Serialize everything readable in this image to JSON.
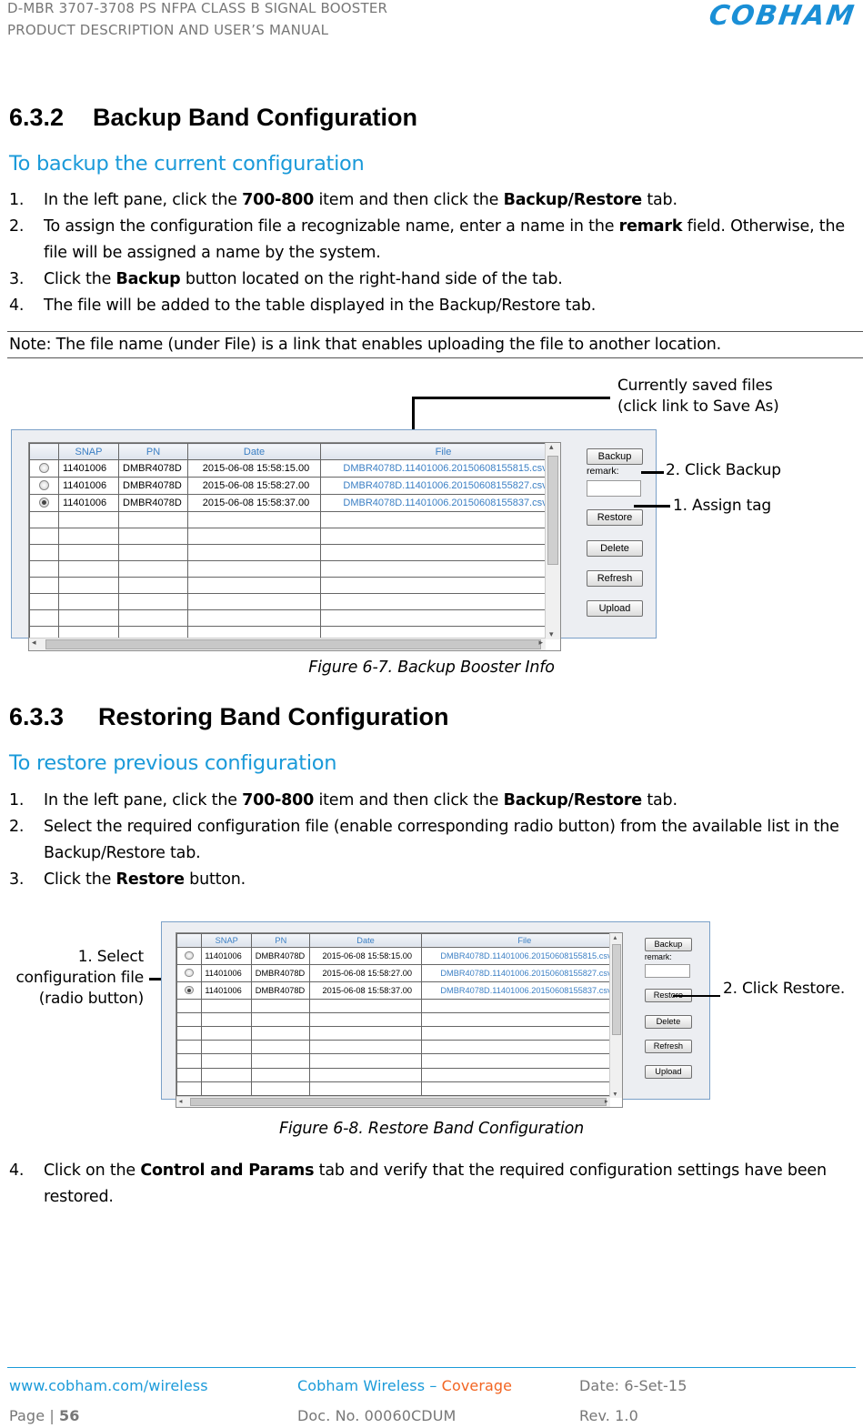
{
  "header": {
    "doc_title_line1": "D-MBR 3707-3708 PS NFPA CLASS B SIGNAL BOOSTER",
    "doc_title_line2": "PRODUCT DESCRIPTION AND USER’S MANUAL",
    "logo_text": "COBHAM",
    "brand_color": "#1a8fd6"
  },
  "section_backup": {
    "number": "6.3.2",
    "title": "Backup Band Configuration",
    "subheading": "To backup the current configuration",
    "steps": [
      {
        "n": "1.",
        "parts": [
          "In the left pane, click the ",
          "700-800",
          " item and then click the ",
          "Backup/Restore",
          " tab."
        ]
      },
      {
        "n": "2.",
        "parts": [
          "To assign the configuration file a recognizable name, enter a name in the ",
          "remark",
          " field. Otherwise, the file will be assigned a name by the system."
        ]
      },
      {
        "n": "3.",
        "parts": [
          "Click the ",
          "Backup",
          " button located on the right-hand side of the tab."
        ]
      },
      {
        "n": "4.",
        "parts": [
          "The file will be added to the table displayed in the Backup/Restore tab."
        ]
      }
    ],
    "note": "Note: The file name (under File) is a link that enables uploading the file to another location."
  },
  "figure1": {
    "callout_saved_line1": "Currently saved files",
    "callout_saved_line2": "(click link to Save As)",
    "callout_backup": "2. Click Backup",
    "callout_tag": "1. Assign tag",
    "caption": "Figure 6-7. Backup Booster Info"
  },
  "section_restore": {
    "number": "6.3.3",
    "title": "Restoring Band Configuration",
    "subheading": "To restore previous configuration",
    "steps": [
      {
        "n": "1.",
        "parts": [
          "In the left pane, click the ",
          "700-800",
          " item and then click the ",
          "Backup/Restore",
          " tab."
        ]
      },
      {
        "n": "2.",
        "parts": [
          "Select the required configuration file (enable corresponding radio button) from the available list in the Backup/Restore tab."
        ]
      },
      {
        "n": "3.",
        "parts": [
          "Click the ",
          "Restore",
          " button."
        ]
      }
    ],
    "step4": {
      "n": "4.",
      "parts": [
        "Click on the ",
        "Control and Params",
        " tab and verify that the required configuration settings have been restored."
      ]
    }
  },
  "figure2": {
    "callout_select_line1": "1. Select",
    "callout_select_line2": "configuration file",
    "callout_select_line3": "(radio button)",
    "callout_restore": "2. Click Restore.",
    "caption": "Figure 6-8. Restore Band Configuration"
  },
  "backup_table": {
    "columns": [
      "",
      "SNAP",
      "PN",
      "Date",
      "File"
    ],
    "rows": [
      {
        "selected": false,
        "snap": "11401006",
        "pn": "DMBR4078D",
        "date": "2015-06-08 15:58:15.00",
        "file": "DMBR4078D.11401006.20150608155815.csv"
      },
      {
        "selected": false,
        "snap": "11401006",
        "pn": "DMBR4078D",
        "date": "2015-06-08 15:58:27.00",
        "file": "DMBR4078D.11401006.20150608155827.csv"
      },
      {
        "selected": true,
        "snap": "11401006",
        "pn": "DMBR4078D",
        "date": "2015-06-08 15:58:37.00",
        "file": "DMBR4078D.11401006.20150608155837.csv"
      }
    ],
    "empty_rows": 8,
    "buttons": {
      "backup": "Backup",
      "remark_label": "remark:",
      "restore": "Restore",
      "delete": "Delete",
      "refresh": "Refresh",
      "upload": "Upload"
    }
  },
  "footer": {
    "website": "www.cobham.com/wireless",
    "company": "Cobham Wireless",
    "dash": " – ",
    "division": "Coverage",
    "date": "Date: 6-Set-15",
    "page_label": "Page | ",
    "page_number": "56",
    "doc_no": "Doc. No. 00060CDUM",
    "rev": "Rev. 1.0",
    "accent_color": "#1a9ad9",
    "division_color": "#f26522"
  }
}
